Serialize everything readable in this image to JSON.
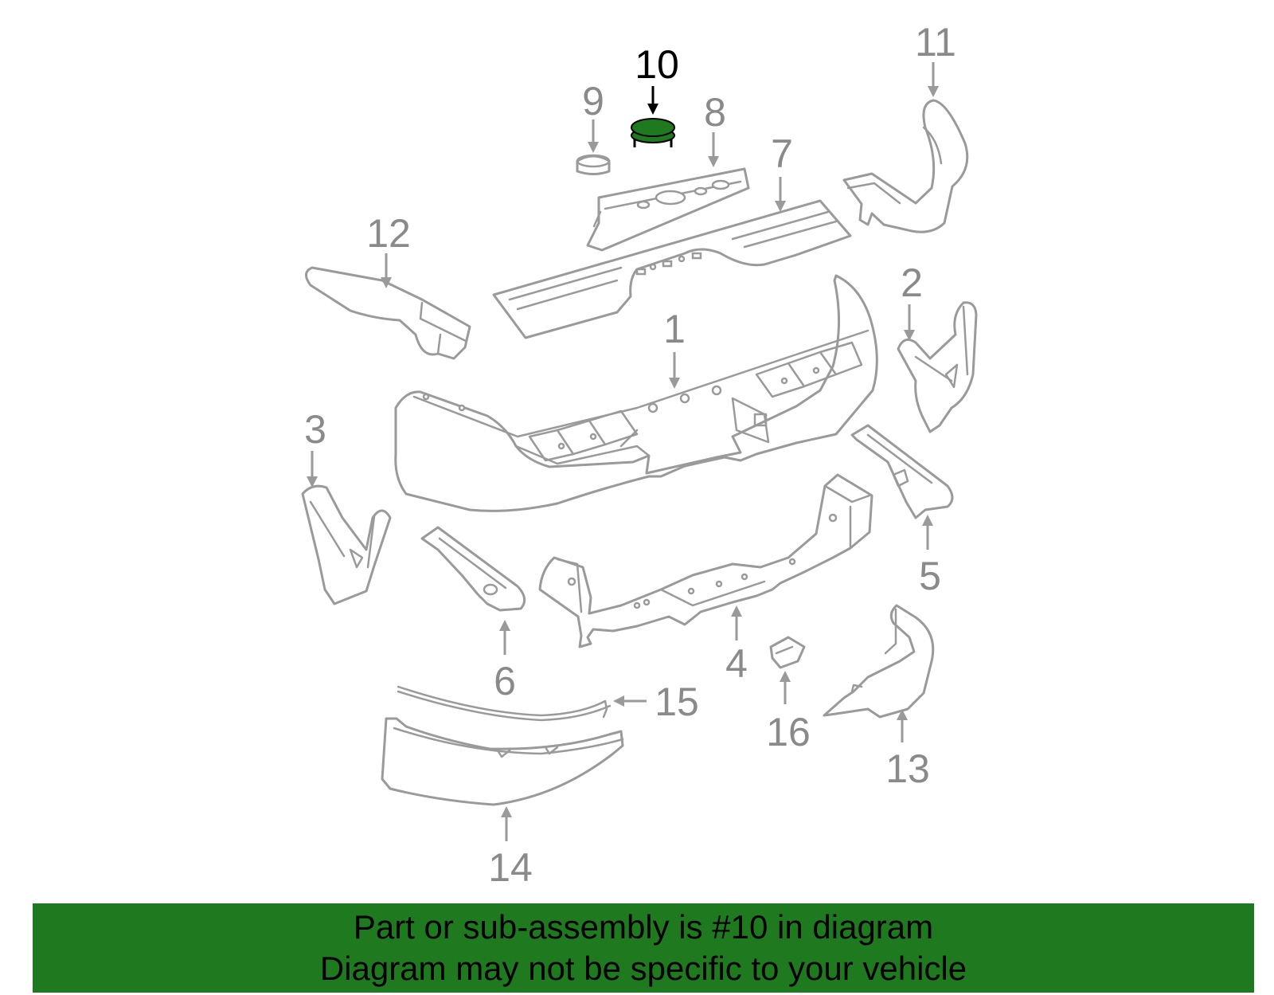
{
  "diagram": {
    "callouts": [
      {
        "id": "1",
        "label": "1",
        "highlighted": false
      },
      {
        "id": "2",
        "label": "2",
        "highlighted": false
      },
      {
        "id": "3",
        "label": "3",
        "highlighted": false
      },
      {
        "id": "4",
        "label": "4",
        "highlighted": false
      },
      {
        "id": "5",
        "label": "5",
        "highlighted": false
      },
      {
        "id": "6",
        "label": "6",
        "highlighted": false
      },
      {
        "id": "7",
        "label": "7",
        "highlighted": false
      },
      {
        "id": "8",
        "label": "8",
        "highlighted": false
      },
      {
        "id": "9",
        "label": "9",
        "highlighted": false
      },
      {
        "id": "10",
        "label": "10",
        "highlighted": true
      },
      {
        "id": "11",
        "label": "11",
        "highlighted": false
      },
      {
        "id": "12",
        "label": "12",
        "highlighted": false
      },
      {
        "id": "13",
        "label": "13",
        "highlighted": false
      },
      {
        "id": "14",
        "label": "14",
        "highlighted": false
      },
      {
        "id": "15",
        "label": "15",
        "highlighted": false
      },
      {
        "id": "16",
        "label": "16",
        "highlighted": false
      }
    ],
    "colors": {
      "part_outline": "#9a9a9a",
      "callout_text": "#8a8a8a",
      "highlight_fill": "#1f7a1f",
      "highlight_text": "#000000"
    }
  },
  "banner": {
    "line1": "Part or sub-assembly is #10 in diagram",
    "line2": "Diagram may not be specific to your vehicle",
    "background": "#1f7a1f"
  }
}
